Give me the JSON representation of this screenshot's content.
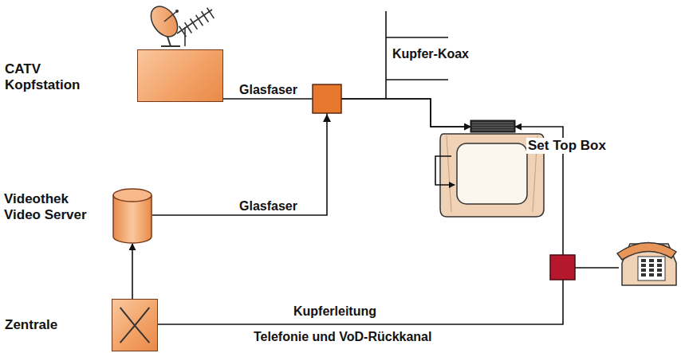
{
  "diagram": {
    "nodes": [
      {
        "text": [
          "CATV Kopfstation"
        ]
      },
      {
        "text": [
          "Videothek Video Server"
        ]
      },
      {
        "text": [
          "Zentrale"
        ]
      },
      {
        "text": [
          "Set Top Box"
        ]
      }
    ],
    "edges": [
      {
        "from": 0,
        "to": 3,
        "arrow": "to",
        "label": "Glasfaser"
      },
      {
        "from": 1,
        "to": 3,
        "arrow": "to",
        "label": "Glasfaser"
      },
      {
        "from": 2,
        "to": 1,
        "arrow": "to"
      },
      {
        "from": 2,
        "to": 3,
        "arrow": "to",
        "label": "Kupferleitung"
      }
    ],
    "labels": [
      "Kupfer-Koax",
      "Telefonie und VoD-Rückkanal"
    ]
  }
}
